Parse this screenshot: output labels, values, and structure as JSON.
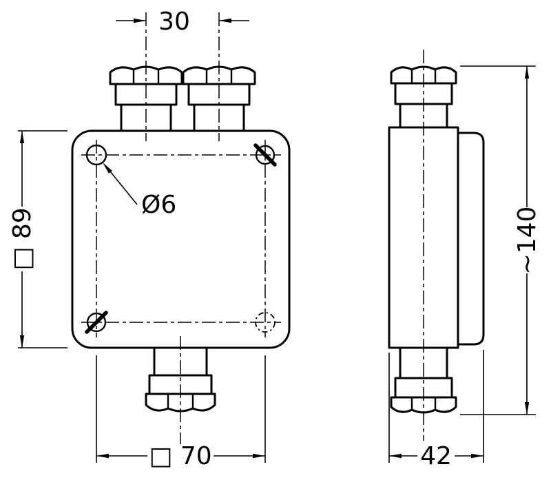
{
  "dims": {
    "gland_spacing": "30",
    "box_size": "□ 89",
    "hole_dia": "Ø6",
    "hole_spacing": "□ 70",
    "total_height": "~140",
    "depth": "42"
  },
  "colors": {
    "ink": "#000000",
    "paper": "#ffffff"
  }
}
